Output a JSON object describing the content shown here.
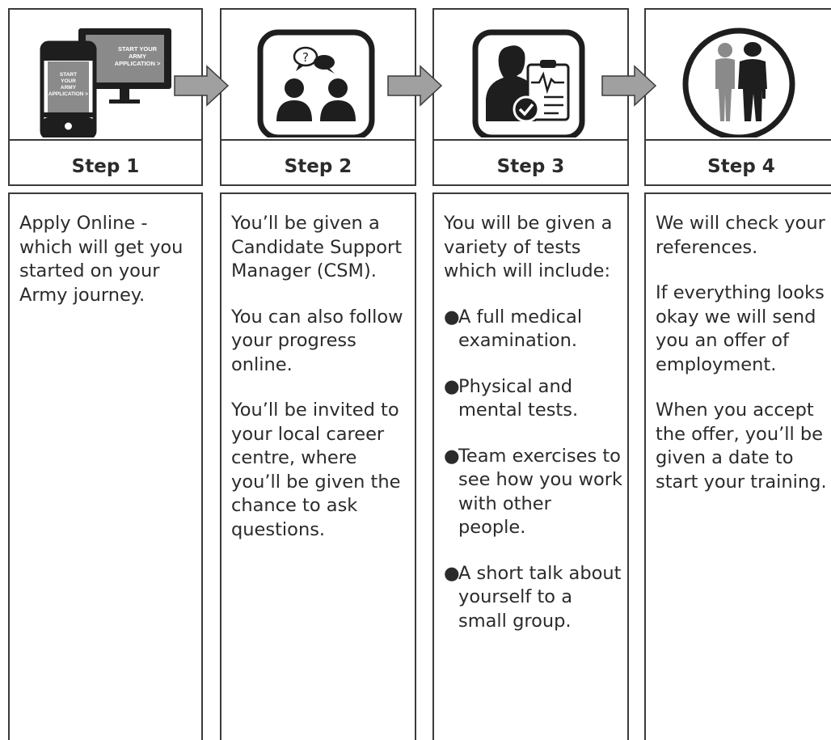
{
  "steps": [
    {
      "label": "Step 1",
      "icon": "devices-apply-icon",
      "screen_text_desktop": [
        "START YOUR",
        "ARMY",
        "APPLICATION >"
      ],
      "screen_text_phone": [
        "START",
        "YOUR",
        "ARMY",
        "APPLICATION >"
      ],
      "paragraphs": [
        "Apply Online - which will get you started on your Army journey."
      ]
    },
    {
      "label": "Step 2",
      "icon": "conversation-people-icon",
      "paragraphs": [
        "You’ll be given a Candidate Support Manager (CSM).",
        "You can also follow your progress online.",
        "You’ll be invited to your local career centre, where you’ll be given the chance to ask questions."
      ]
    },
    {
      "label": "Step 3",
      "icon": "medical-clipboard-icon",
      "intro": "You will be given a variety of tests which will include:",
      "bullet_char": "●",
      "bullets": [
        "A full medical examination.",
        "Physical and mental tests.",
        "Team exercises to see how you work with other people.",
        "A short talk about yourself to a small group."
      ]
    },
    {
      "label": "Step 4",
      "icon": "civilian-soldier-icon",
      "paragraphs": [
        "We will check your references.",
        "If everything looks okay we will send you an offer of employment.",
        "When you accept the offer, you’ll be given a date to start your training."
      ]
    }
  ]
}
